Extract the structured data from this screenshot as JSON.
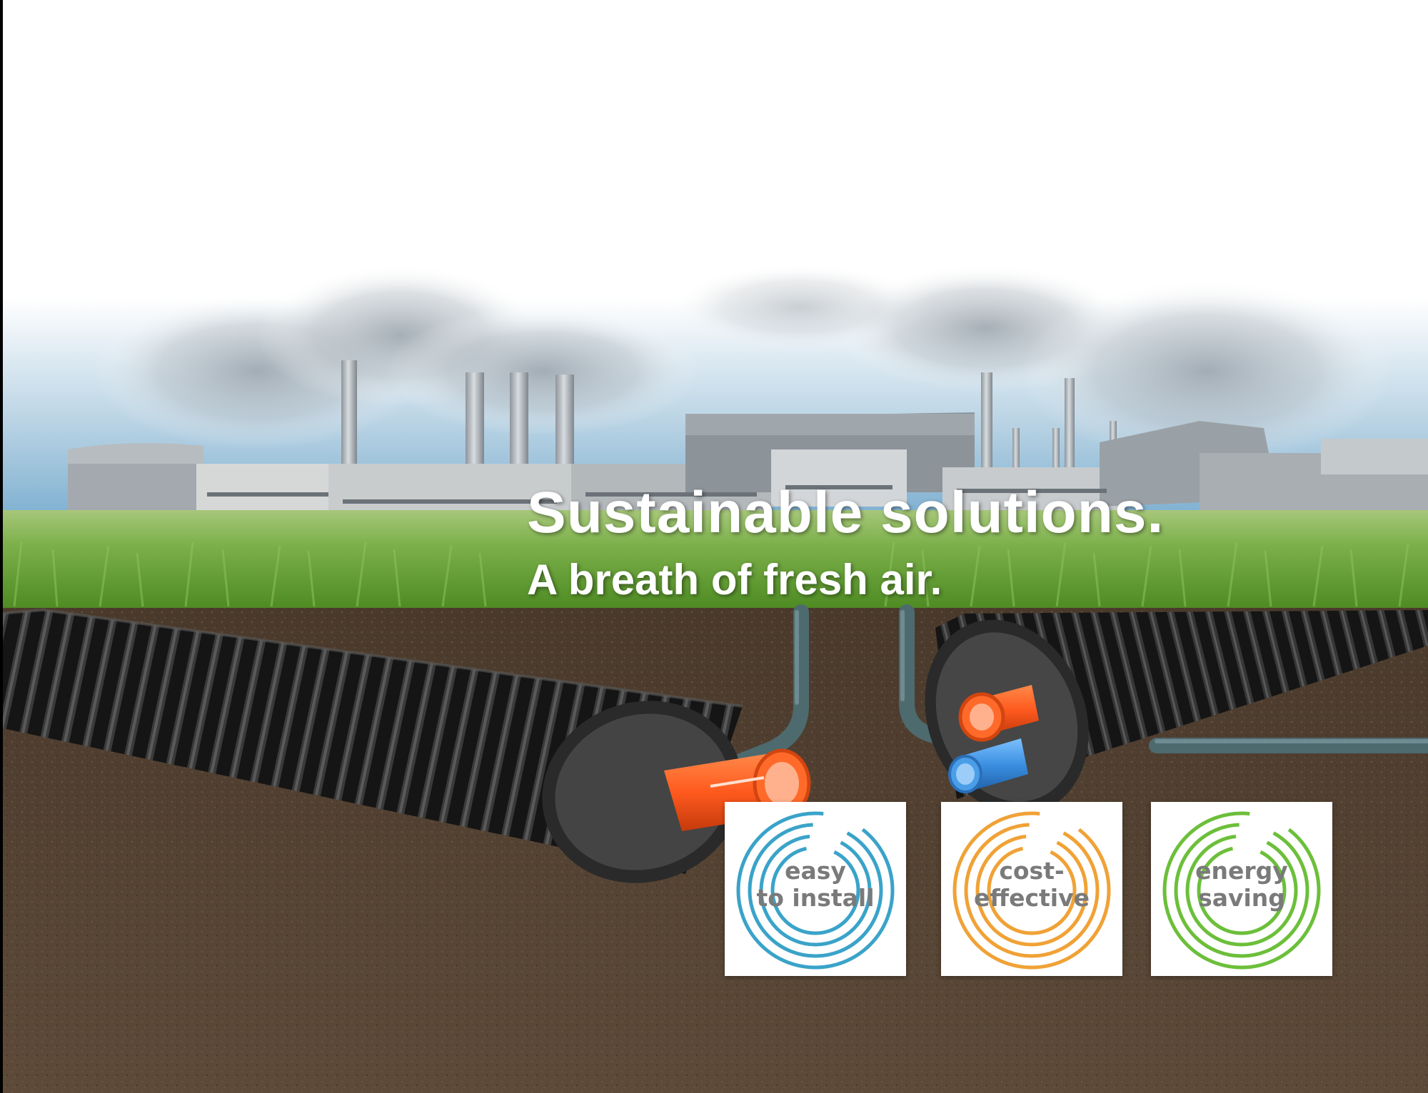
{
  "headline": {
    "title": "Sustainable solutions.",
    "subtitle": "A breath of fresh air."
  },
  "badges": [
    {
      "line1": "easy",
      "line2": "to install",
      "color": "#3aa3c9"
    },
    {
      "line1": "cost-",
      "line2": "effective",
      "color": "#f0a236"
    },
    {
      "line1": "energy",
      "line2": "saving",
      "color": "#6cbf3a"
    }
  ],
  "colors": {
    "sky_top": "#ffffff",
    "sky_blue": "#7fb3d3",
    "grass": "#5f9a2e",
    "soil": "#5a4636",
    "pipe_jacket": "#1a1a1a",
    "insulation": "#3a3a3a",
    "carrier_hot": "#ff5a1e",
    "carrier_cold": "#3a8fe0",
    "ground_pipe": "#4d6a6e"
  }
}
